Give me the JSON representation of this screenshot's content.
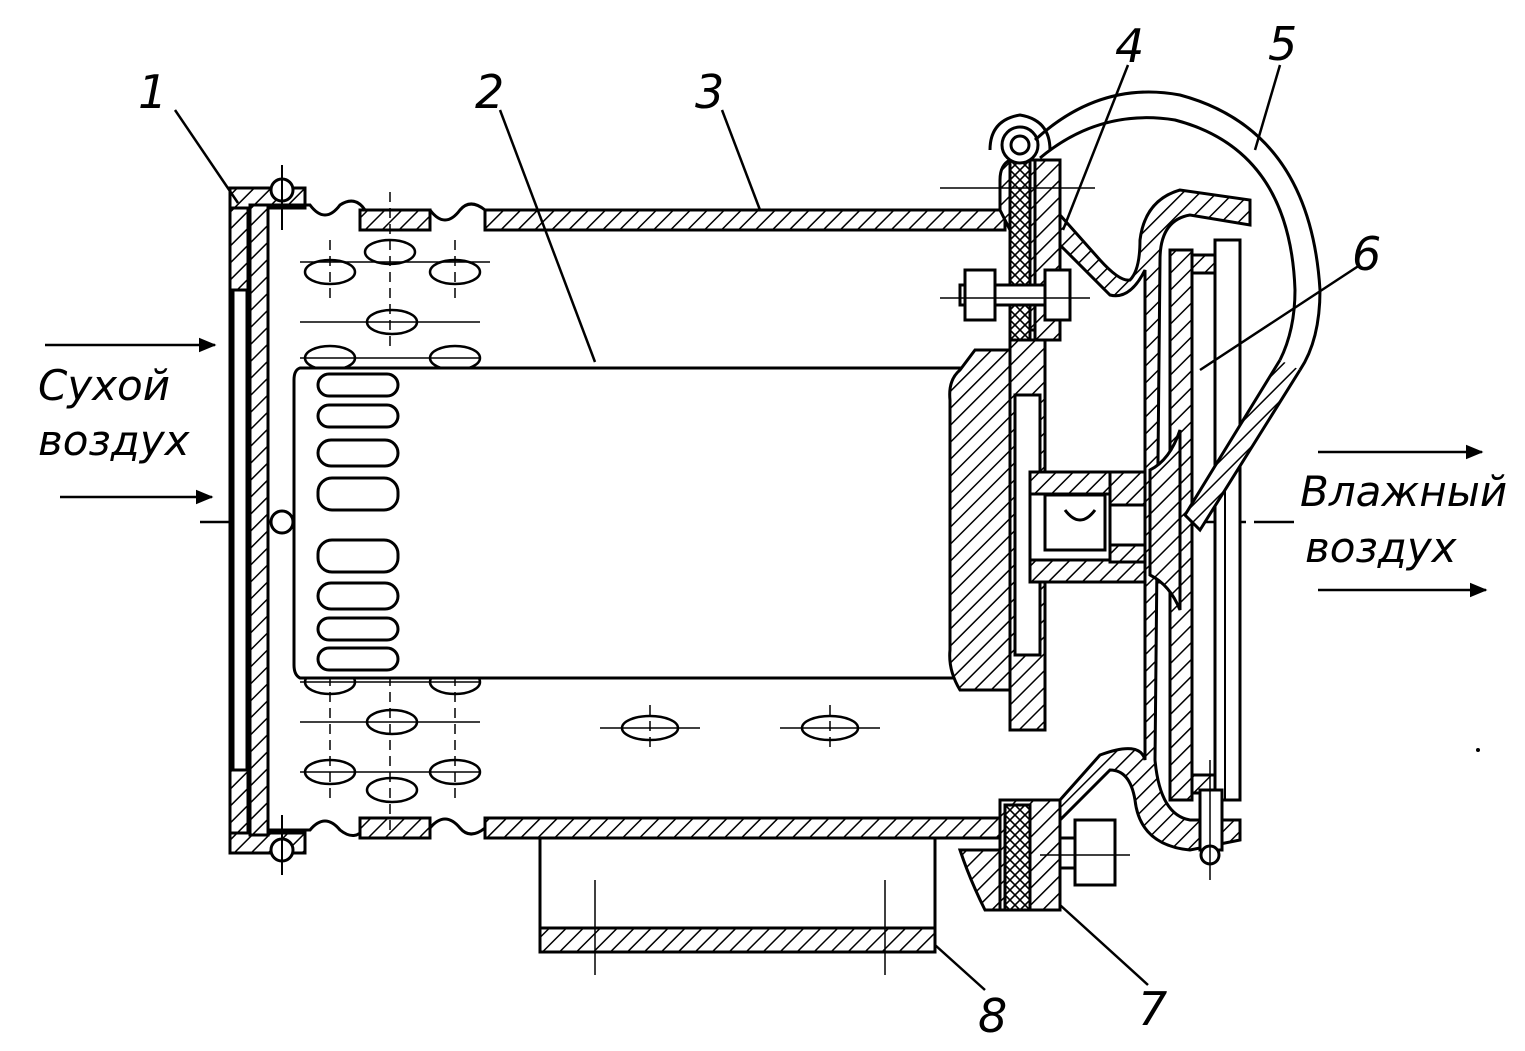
{
  "callouts": [
    "1",
    "2",
    "3",
    "4",
    "5",
    "6",
    "7",
    "8"
  ],
  "inlet_label": [
    "Сухой",
    "воздух"
  ],
  "outlet_label": [
    "Влажный",
    "воздух"
  ],
  "colors": {
    "line": "#000000",
    "background": "#ffffff"
  }
}
